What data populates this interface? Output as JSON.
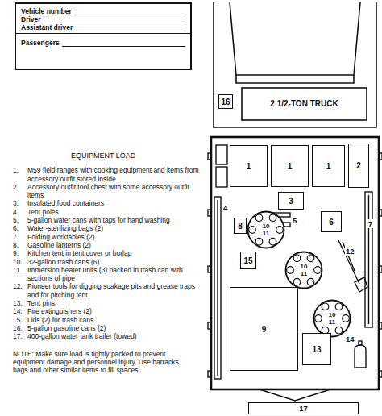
{
  "diagram": {
    "title": "EQUIPMENT LOAD",
    "nodes": [
      {
        "text": [
          "Vehicle number",
          "Driver",
          "Assistant driver",
          "Passengers"
        ]
      },
      {
        "text": [
          "2 1/2-TON TRUCK"
        ]
      },
      {
        "text": [
          "16"
        ],
        "in": 1
      },
      {
        "text": [
          "1"
        ]
      },
      {
        "text": [
          "1"
        ]
      },
      {
        "text": [
          "1"
        ]
      },
      {
        "text": [
          "2"
        ]
      },
      {
        "text": [
          "3"
        ]
      },
      {
        "text": [
          "6"
        ]
      },
      {
        "text": [
          "8"
        ]
      },
      {
        "text": [
          "10",
          "11"
        ]
      },
      {
        "text": [
          "15"
        ]
      },
      {
        "text": [
          "10",
          "11"
        ]
      },
      {
        "text": [
          "10",
          "11"
        ]
      },
      {
        "text": [
          "9"
        ]
      },
      {
        "text": [
          "13"
        ]
      },
      {
        "text": [
          "17"
        ]
      }
    ],
    "labels": [
      "1.",
      "M59 field ranges with cooking equipment and items from accessory outfit stored inside",
      "2.",
      "Accessory outfit tool chest with some accessory outfit items",
      "3.",
      "Insulated food containers",
      "4.",
      "Tent poles",
      "5.",
      "5-gallon water cans with taps for hand washing",
      "6.",
      "Water-sterilizing bags (2)",
      "7.",
      "Folding worktables (2)",
      "8.",
      "Gasoline lanterns (2)",
      "9.",
      "Kitchen tent in tent cover or burlap",
      "10.",
      "32-gallon trash cans (6)",
      "11.",
      "Immersion heater units (3) packed in trash can with sections of pipe",
      "12.",
      "Pioneer tools for digging soakage pits and grease traps and for pitching tent",
      "13.",
      "Tent pins",
      "14.",
      "Fire extinguishers (2)",
      "15.",
      "Lids (2) for trash cans",
      "16.",
      "5-gallon gasoline cans (2)",
      "17.",
      "400-gallon water tank trailer (towed)",
      "4",
      "5",
      "7",
      "12",
      "14",
      "NOTE: Make sure load is tightly packed to prevent equipment damage and personnel injury. Use barracks bags and other similar items to fill spaces."
    ]
  }
}
